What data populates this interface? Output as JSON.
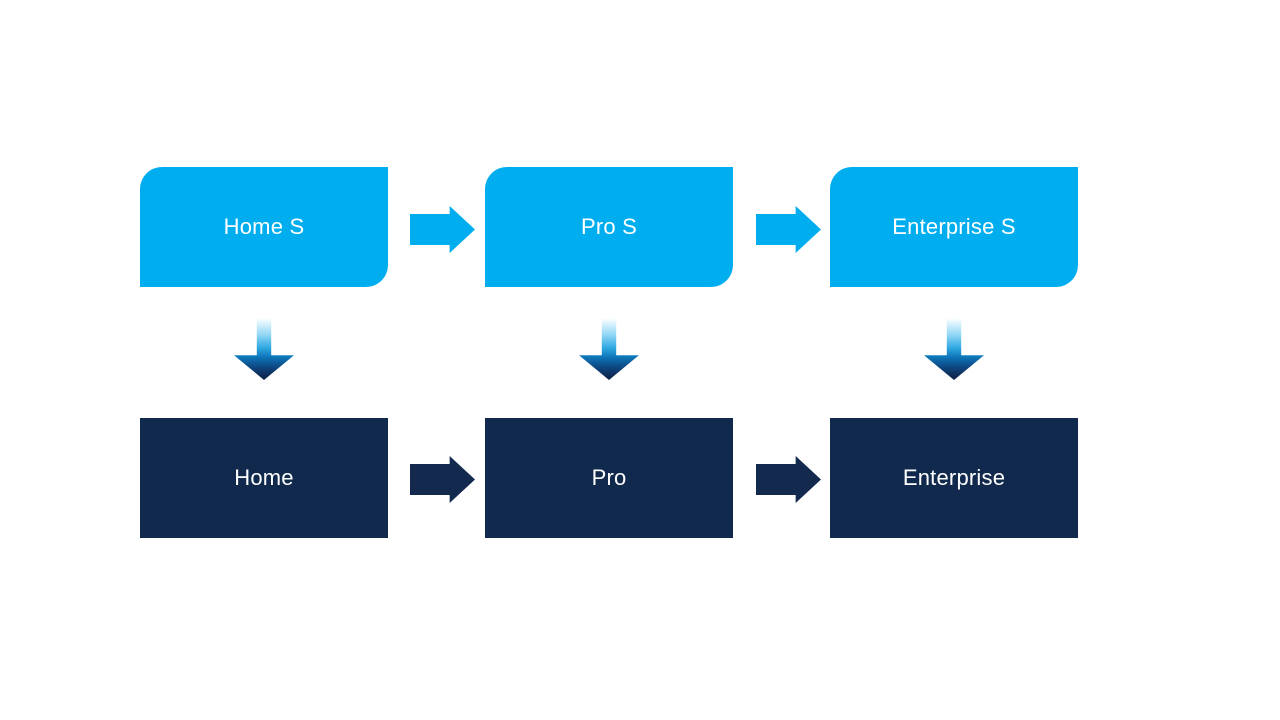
{
  "diagram": {
    "type": "flow-diagram",
    "background_color": "#ffffff",
    "columns": [
      {
        "id": "home",
        "top_label": "Home S",
        "bottom_label": "Home"
      },
      {
        "id": "pro",
        "top_label": "Pro S",
        "bottom_label": "Pro"
      },
      {
        "id": "enterprise",
        "top_label": "Enterprise S",
        "bottom_label": "Enterprise"
      }
    ],
    "flows": [
      {
        "from": "Home S",
        "to": "Pro S",
        "direction": "right",
        "row": "top"
      },
      {
        "from": "Pro S",
        "to": "Enterprise S",
        "direction": "right",
        "row": "top"
      },
      {
        "from": "Home",
        "to": "Pro",
        "direction": "right",
        "row": "bottom"
      },
      {
        "from": "Pro",
        "to": "Enterprise",
        "direction": "right",
        "row": "bottom"
      },
      {
        "from": "Home S",
        "to": "Home",
        "direction": "down"
      },
      {
        "from": "Pro S",
        "to": "Pro",
        "direction": "down"
      },
      {
        "from": "Enterprise S",
        "to": "Enterprise",
        "direction": "down"
      }
    ],
    "icons": {
      "right_arrow": "block right arrow with outer glow",
      "down_arrow": "block down arrow with light-to-dark vertical gradient"
    },
    "colors": {
      "top_box_fill": "#00aeef",
      "bottom_box_fill": "#12294e",
      "box_text": "#ffffff",
      "right_arrow_light": "#00aeef",
      "right_arrow_dark": "#13294e",
      "down_arrow_gradient_top": "#ffffff",
      "down_arrow_gradient_mid": "#30a9e2",
      "down_arrow_gradient_bottom": "#0b2040"
    }
  }
}
